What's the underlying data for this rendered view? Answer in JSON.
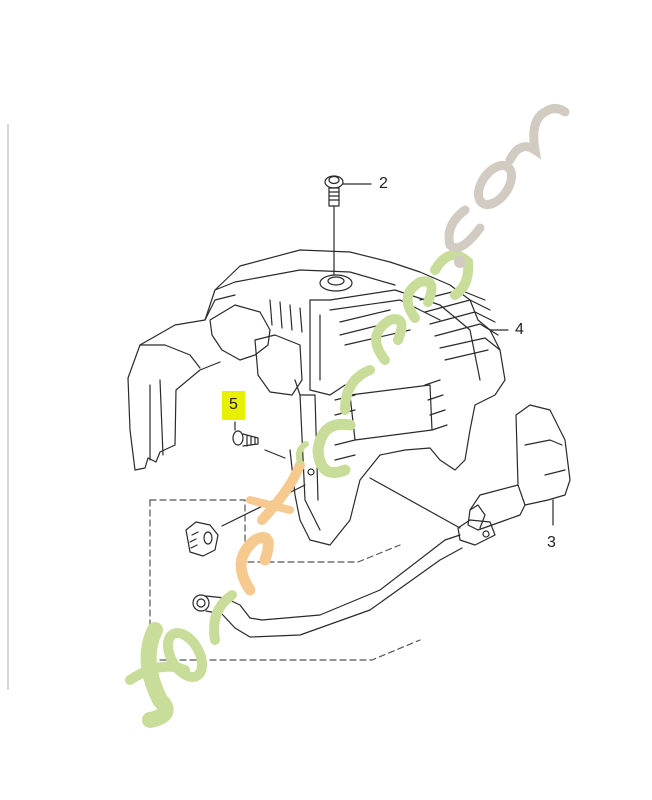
{
  "diagram": {
    "subject": "Engine cover exploded parts diagram",
    "callouts": [
      {
        "id": "2",
        "label": "2",
        "part": "bolt"
      },
      {
        "id": "3",
        "label": "3",
        "part": "throttle-grip / handle"
      },
      {
        "id": "4",
        "label": "4",
        "part": "engine cover"
      },
      {
        "id": "5",
        "label": "5",
        "part": "self-tapping screw",
        "highlighted": true,
        "highlight_color": "#e8f000"
      }
    ],
    "unlabeled_parts": [
      "grommet / clip",
      "hose / cable tube"
    ],
    "dashed_group": "optional kit (clip + hose)"
  },
  "watermark": {
    "text_left": "Forêt",
    "text_mid": "Green",
    "text_right": ".com",
    "colors": {
      "green": "#c9dd9a",
      "orange": "#f6c98f",
      "beige": "#d2cbc2"
    }
  },
  "colors": {
    "line": "#2a2a2a",
    "dash": "#555555",
    "frame": "#d6d6d6"
  }
}
